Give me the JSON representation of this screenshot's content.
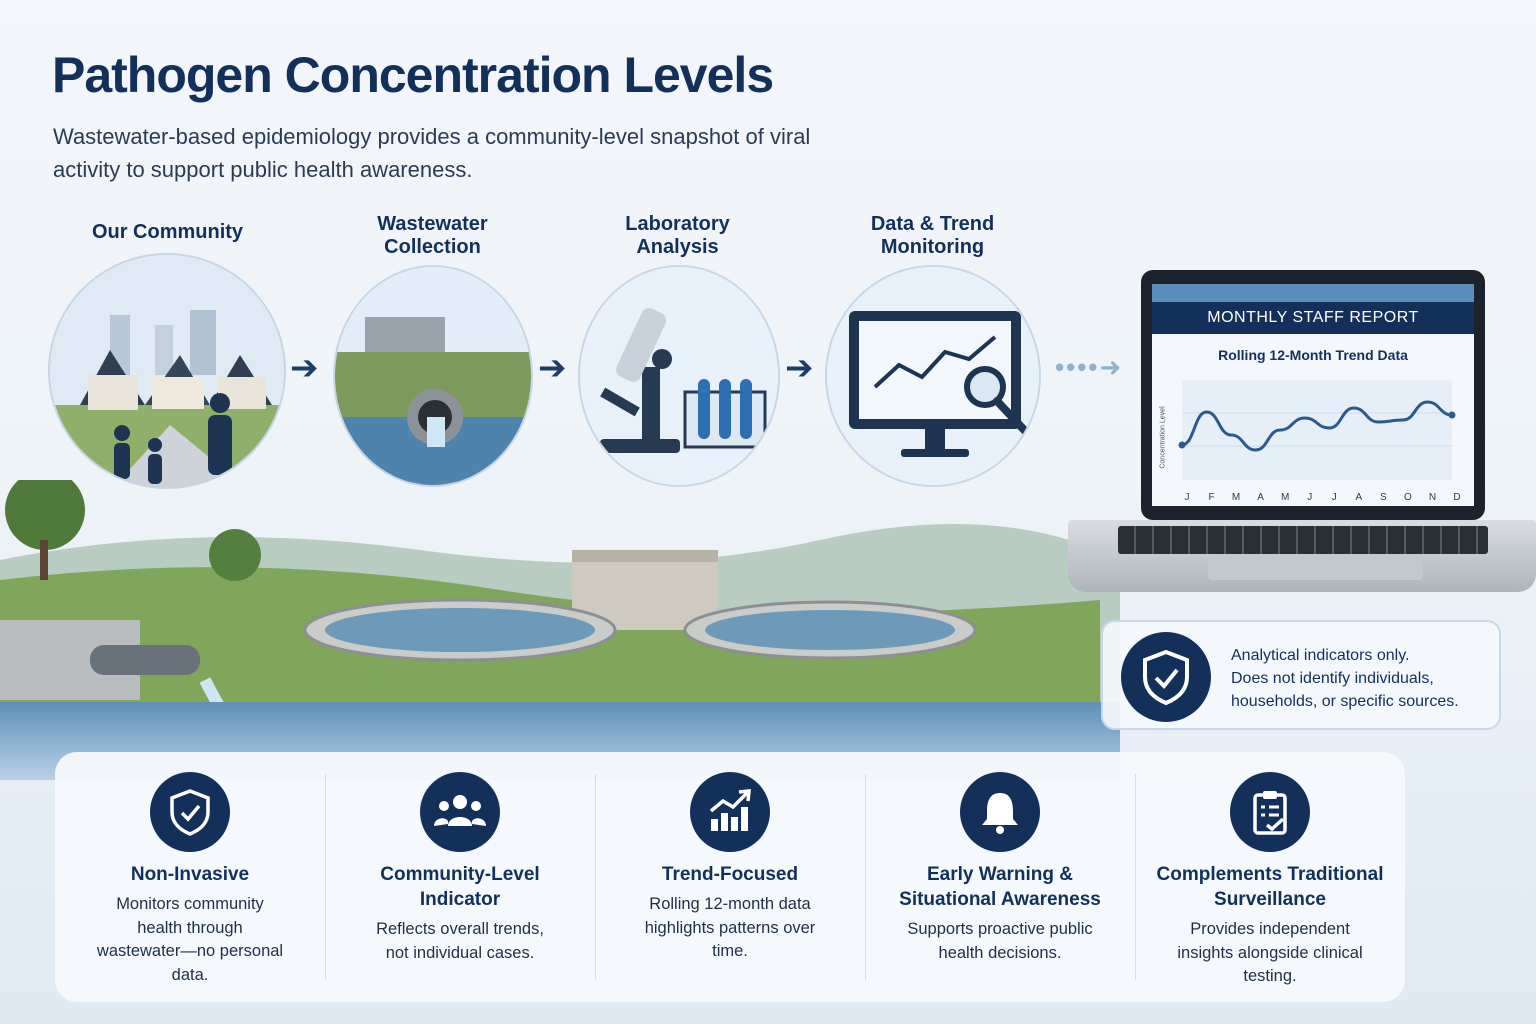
{
  "header": {
    "title": "Pathogen Concentration Levels",
    "subtitle": "Wastewater-based epidemiology provides a community-level snapshot of viral activity to support public health awareness."
  },
  "steps": [
    {
      "label": "Our Community",
      "icon": "community-scene"
    },
    {
      "label": "Wastewater Collection",
      "icon": "outfall-pipe"
    },
    {
      "label": "Laboratory Analysis",
      "icon": "microscope-test-tubes"
    },
    {
      "label": "Data & Trend Monitoring",
      "icon": "monitor-chart-magnifier"
    }
  ],
  "report": {
    "header": "MONTHLY STAFF REPORT",
    "chart_title": "Rolling 12-Month Trend Data",
    "ylabel": "Concentration Level",
    "months": [
      "J",
      "F",
      "M",
      "A",
      "M",
      "J",
      "J",
      "A",
      "S",
      "O",
      "N",
      "D"
    ],
    "values": [
      0.35,
      0.68,
      0.45,
      0.3,
      0.5,
      0.62,
      0.52,
      0.72,
      0.58,
      0.6,
      0.78,
      0.65
    ],
    "line_color": "#2b5a8c"
  },
  "privacy_note": {
    "icon": "shield-check-icon",
    "lines": [
      "Analytical indicators only.",
      "Does not identify individuals,",
      "households, or specific sources."
    ]
  },
  "features": [
    {
      "icon": "shield-check",
      "title": "Non-Invasive",
      "desc": "Monitors community health through wastewater—no personal data."
    },
    {
      "icon": "people-group",
      "title": "Community-Level Indicator",
      "desc": "Reflects overall trends, not individual cases."
    },
    {
      "icon": "bar-chart-trend",
      "title": "Trend-Focused",
      "desc": "Rolling 12-month data highlights patterns over time."
    },
    {
      "icon": "bell",
      "title": "Early Warning & Situational Awareness",
      "desc": "Supports proactive public health decisions."
    },
    {
      "icon": "clipboard-check",
      "title": "Complements Traditional Surveillance",
      "desc": "Provides independent insights alongside clinical testing."
    }
  ],
  "colors": {
    "navy": "#12305a",
    "accent": "#2b5a8c"
  }
}
